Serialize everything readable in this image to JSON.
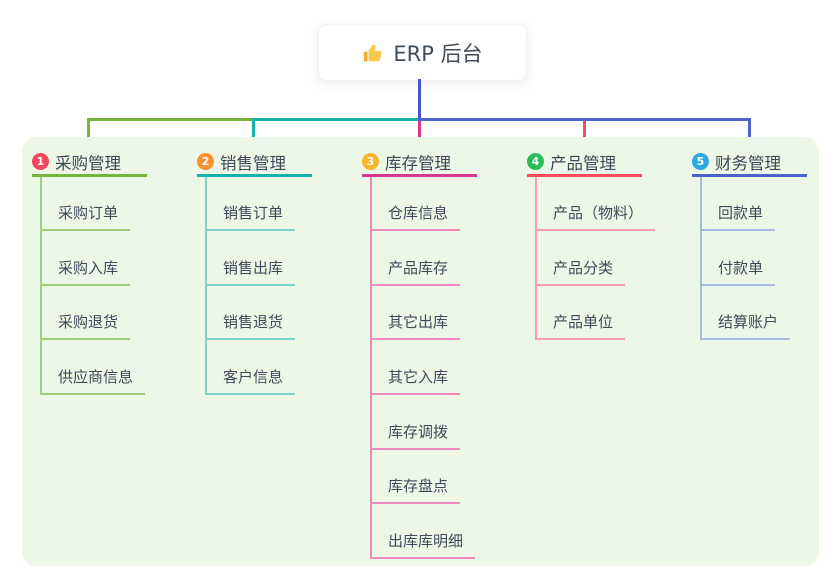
{
  "root": {
    "label": "ERP 后台",
    "icon": "thumbs-up-icon"
  },
  "colors": {
    "root_connector": "#4355c8",
    "panel_bg": "#edf7e8",
    "text": "#3c4858"
  },
  "branches": [
    {
      "index": "1",
      "label": "采购管理",
      "badge_color": "#f0485d",
      "line_color": "#74b53c",
      "sub_line_color": "#a0ce7c",
      "items": [
        "采购订单",
        "采购入库",
        "采购退货",
        "供应商信息"
      ]
    },
    {
      "index": "2",
      "label": "销售管理",
      "badge_color": "#f8922e",
      "line_color": "#13b2ab",
      "sub_line_color": "#7ed1cb",
      "items": [
        "销售订单",
        "销售出库",
        "销售退货",
        "客户信息"
      ]
    },
    {
      "index": "3",
      "label": "库存管理",
      "badge_color": "#f8b62b",
      "line_color": "#d63690",
      "sub_line_color": "#ee8abd",
      "items": [
        "仓库信息",
        "产品库存",
        "其它出库",
        "其它入库",
        "库存调拨",
        "库存盘点",
        "出库库明细"
      ]
    },
    {
      "index": "4",
      "label": "产品管理",
      "badge_color": "#2abd58",
      "line_color": "#f54b5d",
      "sub_line_color": "#f79fa8",
      "items": [
        "产品（物料）",
        "产品分类",
        "产品单位"
      ]
    },
    {
      "index": "5",
      "label": "财务管理",
      "badge_color": "#2ba9e2",
      "line_color": "#4a63ce",
      "sub_line_color": "#a8bbe3",
      "items": [
        "回款单",
        "付款单",
        "结算账户"
      ]
    }
  ]
}
